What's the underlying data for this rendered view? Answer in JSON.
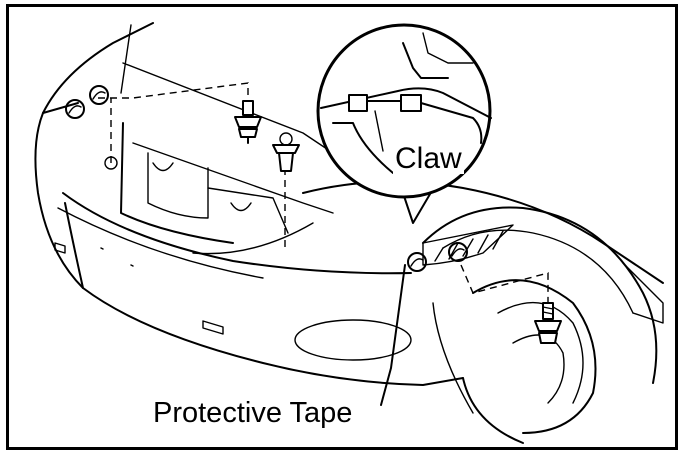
{
  "diagram": {
    "labels": {
      "claw": "Claw",
      "protective_tape": "Protective Tape"
    },
    "colors": {
      "line": "#000000",
      "background": "#ffffff"
    },
    "parts": [
      "bumper-cover",
      "screw-icon",
      "clip-icon",
      "claw-detail-callout",
      "front-wheel",
      "fender"
    ]
  }
}
